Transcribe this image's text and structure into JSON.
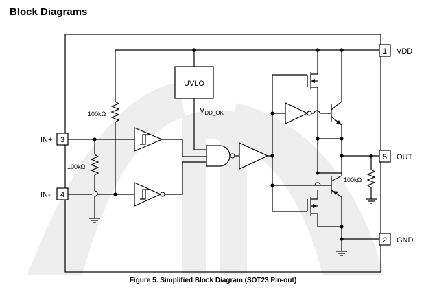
{
  "heading": "Block Diagrams",
  "caption": "Figure 5.   Simplified Block Diagram (SOT23 Pin-out)",
  "blocks": {
    "uvlo": "UVLO",
    "vdd_ok_main": "V",
    "vdd_ok_sub": "DD_OK"
  },
  "pins": {
    "p1": {
      "number": "1",
      "label": "VDD"
    },
    "p3": {
      "number": "3",
      "label": "IN+"
    },
    "p4": {
      "number": "4",
      "label": "IN-"
    },
    "p5": {
      "number": "5",
      "label": "OUT"
    },
    "p2": {
      "number": "2",
      "label": "GND"
    }
  },
  "resistors": {
    "r_pullup": "100kΩ",
    "r_between_inputs": "100kΩ",
    "r_output": "100kΩ"
  },
  "colors": {
    "watermark": "#eeeeee",
    "line": "#000000"
  }
}
